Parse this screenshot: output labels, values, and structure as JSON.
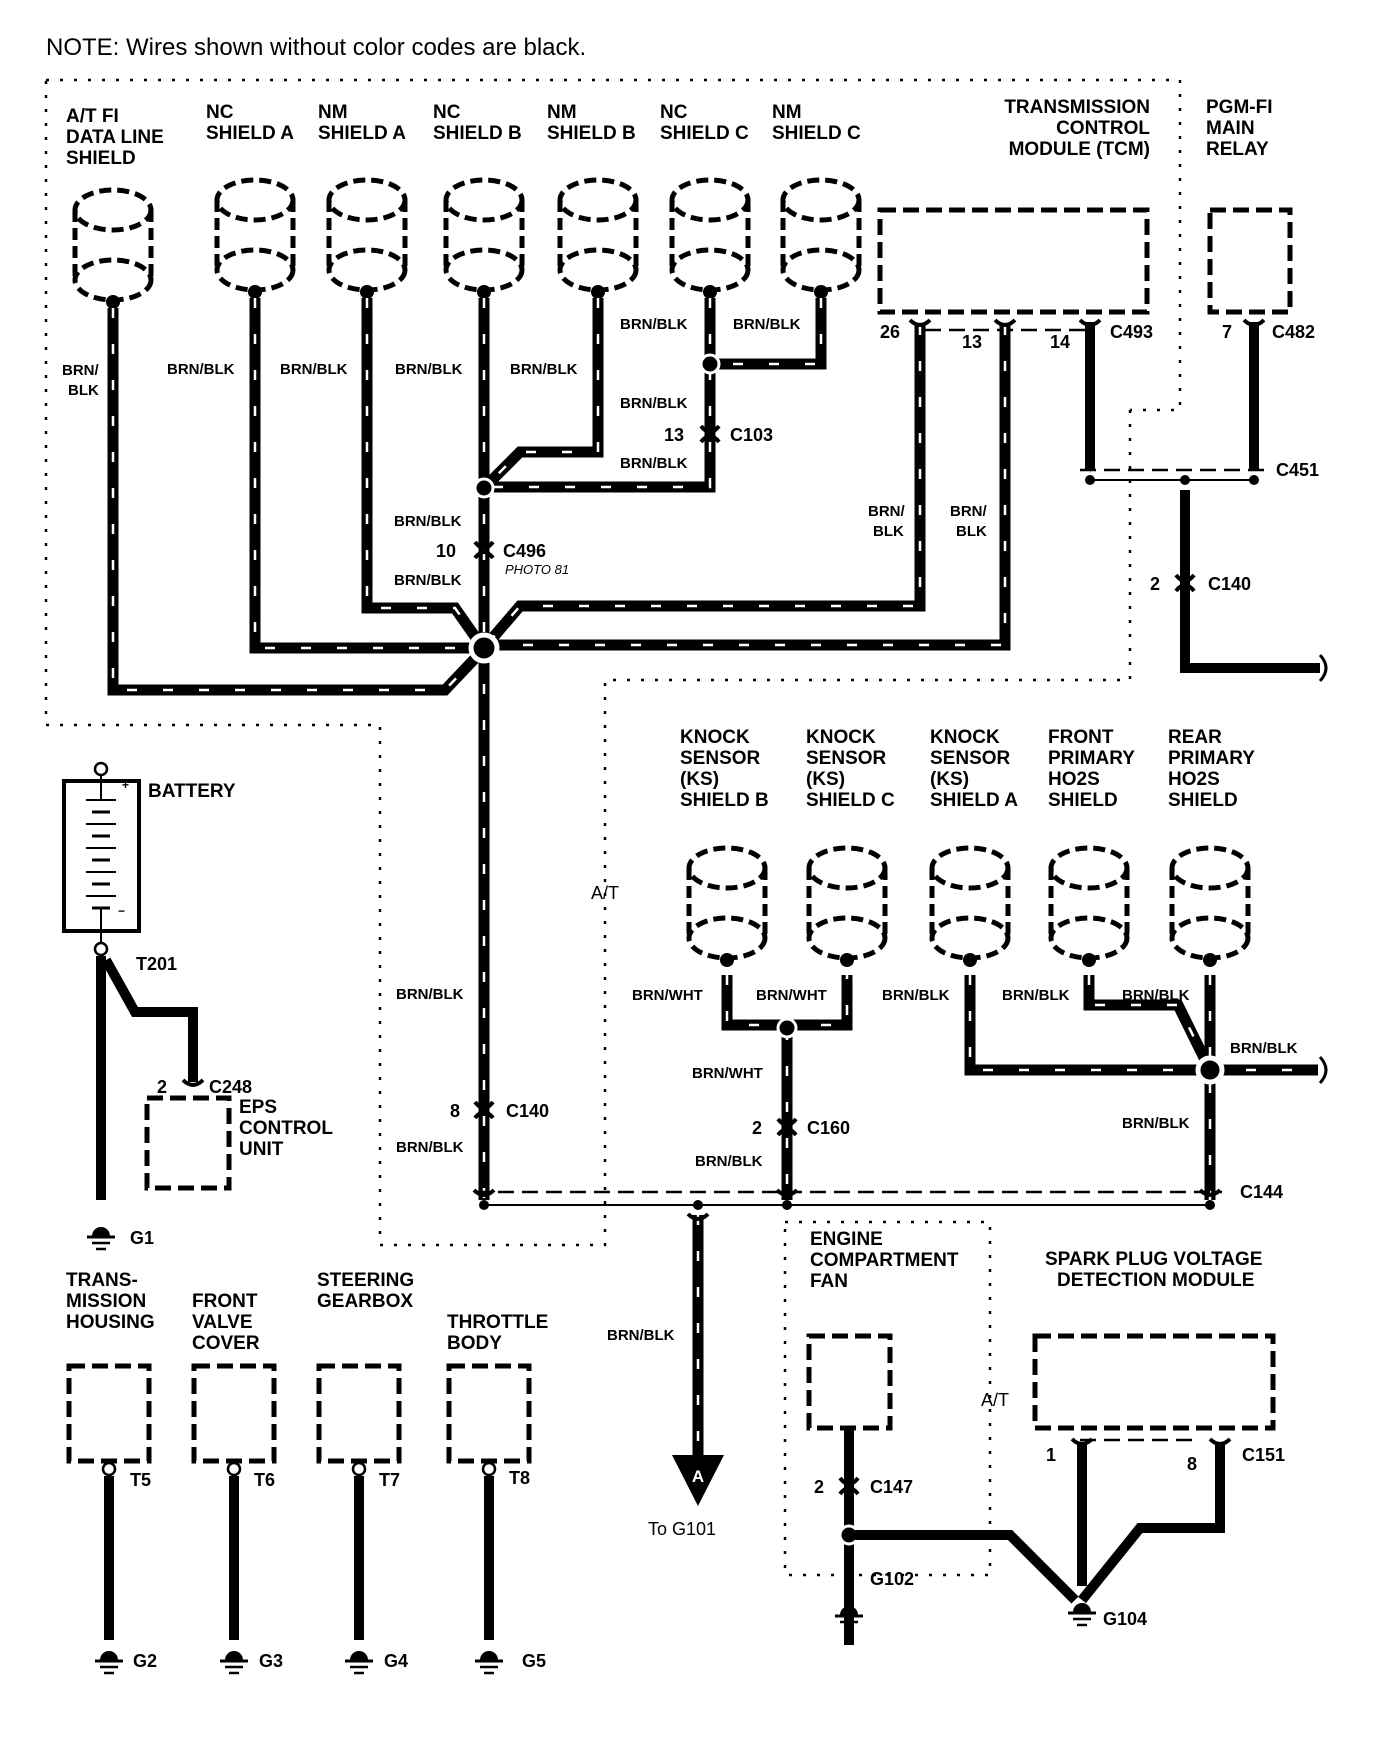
{
  "note": "NOTE: Wires shown without color codes are black.",
  "shields_top": [
    {
      "line1": "A/T FI",
      "line2": "DATA LINE",
      "line3": "SHIELD"
    },
    {
      "line1": "NC",
      "line2": "SHIELD A"
    },
    {
      "line1": "NM",
      "line2": "SHIELD A"
    },
    {
      "line1": "NC",
      "line2": "SHIELD B"
    },
    {
      "line1": "NM",
      "line2": "SHIELD B"
    },
    {
      "line1": "NC",
      "line2": "SHIELD C"
    },
    {
      "line1": "NM",
      "line2": "SHIELD C"
    }
  ],
  "tcm": {
    "line1": "TRANSMISSION",
    "line2": "CONTROL",
    "line3": "MODULE (TCM)",
    "connector": "C493",
    "pins": [
      "26",
      "13",
      "14"
    ]
  },
  "relay": {
    "line1": "PGM-FI",
    "line2": "MAIN",
    "line3": "RELAY",
    "connector": "C482",
    "pin": "7"
  },
  "wire_colors": {
    "brn_blk": "BRN/BLK",
    "brn": "BRN/",
    "blk": "BLK",
    "brn_wht": "BRN/WHT"
  },
  "connectors": {
    "c103": {
      "name": "C103",
      "pin": "13"
    },
    "c496": {
      "name": "C496",
      "pin": "10",
      "photo": "PHOTO 81"
    },
    "c451": {
      "name": "C451"
    },
    "c140_right": {
      "name": "C140",
      "pin": "2"
    },
    "c140_left": {
      "name": "C140",
      "pin": "8"
    },
    "c248": {
      "name": "C248",
      "pin": "2"
    },
    "c160": {
      "name": "C160",
      "pin": "2"
    },
    "c144": {
      "name": "C144"
    },
    "c147": {
      "name": "C147",
      "pin": "2"
    },
    "c151": {
      "name": "C151",
      "pins": [
        "1",
        "8"
      ]
    }
  },
  "battery": {
    "label": "BATTERY",
    "terminal": "T201",
    "plus": "+",
    "minus": "−"
  },
  "eps": {
    "line1": "EPS",
    "line2": "CONTROL",
    "line3": "UNIT"
  },
  "at_label": "A/T",
  "shields_mid": [
    {
      "line1": "KNOCK",
      "line2": "SENSOR",
      "line3": "(KS)",
      "line4": "SHIELD B"
    },
    {
      "line1": "KNOCK",
      "line2": "SENSOR",
      "line3": "(KS)",
      "line4": "SHIELD C"
    },
    {
      "line1": "KNOCK",
      "line2": "SENSOR",
      "line3": "(KS)",
      "line4": "SHIELD A"
    },
    {
      "line1": "FRONT",
      "line2": "PRIMARY",
      "line3": "HO2S",
      "line4": "SHIELD"
    },
    {
      "line1": "REAR",
      "line2": "PRIMARY",
      "line3": "HO2S",
      "line4": "SHIELD"
    }
  ],
  "grounds_left": [
    {
      "line1": "TRANS-",
      "line2": "MISSION",
      "line3": "HOUSING",
      "terminal": "T5",
      "ground": "G2"
    },
    {
      "line1": "FRONT",
      "line2": "VALVE",
      "line3": "COVER",
      "terminal": "T6",
      "ground": "G3"
    },
    {
      "line1": "STEERING",
      "line2": "GEARBOX",
      "terminal": "T7",
      "ground": "G4"
    },
    {
      "line1": "THROTTLE",
      "line2": "BODY",
      "terminal": "T8",
      "ground": "G5"
    }
  ],
  "g1": "G1",
  "arrow": {
    "letter": "A",
    "to": "To G101"
  },
  "fan": {
    "line1": "ENGINE",
    "line2": "COMPARTMENT",
    "line3": "FAN",
    "ground": "G102"
  },
  "spark": {
    "line1": "SPARK PLUG VOLTAGE",
    "line2": "DETECTION MODULE",
    "ground": "G104"
  }
}
